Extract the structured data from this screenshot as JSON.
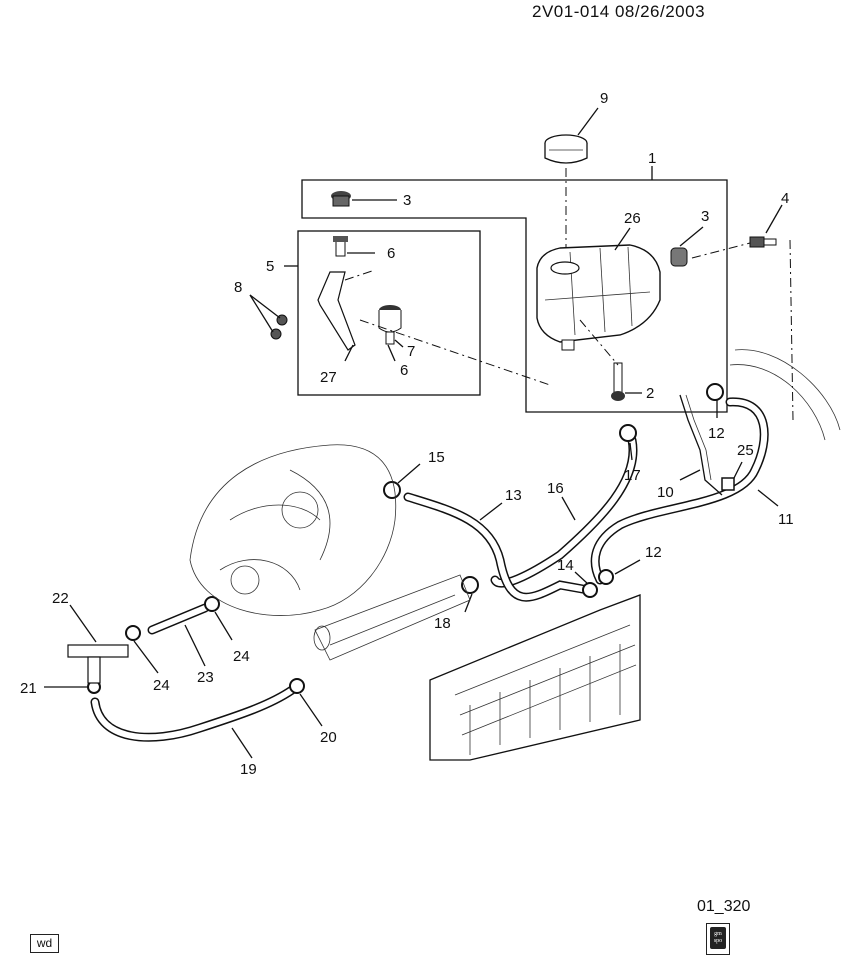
{
  "header": {
    "document_id": "2V01-014  08/26/2003"
  },
  "footer": {
    "figure_code": "01_320",
    "wd_tag": "wd",
    "logo_text": "gm spo"
  },
  "callouts": {
    "c1": "1",
    "c2": "2",
    "c3a": "3",
    "c3b": "3",
    "c4": "4",
    "c5": "5",
    "c6a": "6",
    "c6b": "6",
    "c7": "7",
    "c8": "8",
    "c9": "9",
    "c10": "10",
    "c11": "11",
    "c12a": "12",
    "c12b": "12",
    "c13": "13",
    "c14": "14",
    "c15": "15",
    "c16": "16",
    "c17": "17",
    "c18": "18",
    "c19": "19",
    "c20": "20",
    "c21": "21",
    "c22": "22",
    "c23": "23",
    "c24a": "24",
    "c24b": "24",
    "c25": "25",
    "c26": "26",
    "c27": "27"
  }
}
